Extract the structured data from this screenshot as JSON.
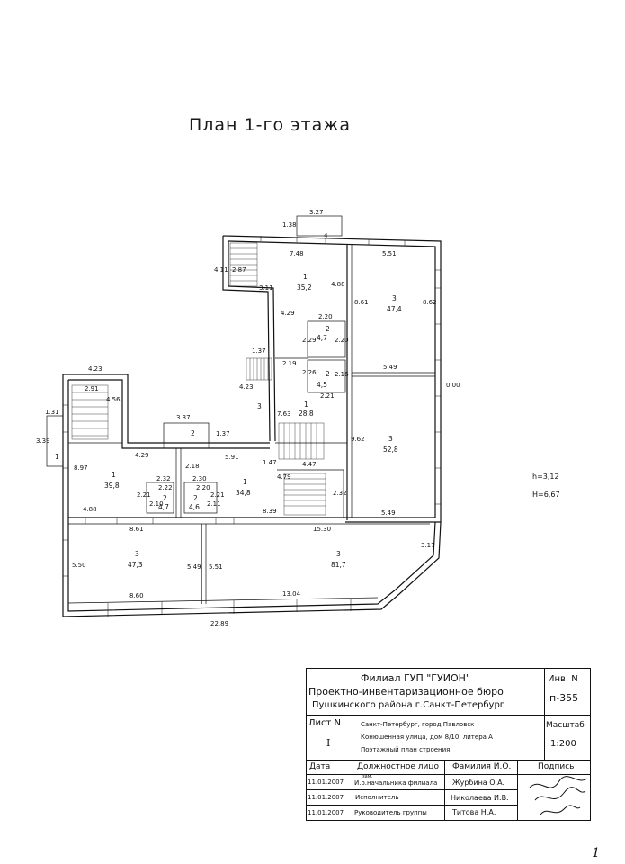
{
  "title": "План 1-го этажа",
  "heights": {
    "h": "h=3,12",
    "H": "H=6,67"
  },
  "dimensions": {
    "top_b1": "1.38",
    "top_b2": "3.27",
    "top_b3": "4",
    "top_b4": "7.48",
    "top_b5": "5.51",
    "r1_left": "4.11",
    "r1_stairw": "2.87",
    "r1_stairh": "3.11",
    "r1_right": "4.88",
    "r3a_left": "8.61",
    "r3a_right": "8.62",
    "r3a_bottom": "5.49",
    "corr_left": "4.29",
    "corr_e1": "1.37",
    "corr_e2": "4.23",
    "wc_top": "2.20",
    "wc_left": "2.29",
    "wc_right": "2.20",
    "wc2_top": "2.19",
    "wc2_left": "2.26",
    "wc2_right": "2.16",
    "wc2_bot": "2.21",
    "r2_stair": "7.63",
    "r3b_right": "0.00",
    "r3b_left": "9.62",
    "l_top": "4.23",
    "l_stair": "2.91",
    "l_stairh": "4.56",
    "l_ext1": "1.31",
    "l_ext2": "3.39",
    "l_mid": "3.37",
    "l_mid2": "1.37",
    "l_h1": "4.29",
    "l_h2": "5.91",
    "l_h3": "1.47",
    "l_left": "8.97",
    "l_inner1": "2.18",
    "l_inner2": "2.32",
    "l_inner3": "2.22",
    "l_inner4": "2.21",
    "l_inner5": "2.10",
    "l_inner6": "2.30",
    "l_inner7": "2.20",
    "l_inner8": "2.11",
    "l_inner9": "2.21",
    "st_a": "4.79",
    "st_b": "4.47",
    "st_c": "2.32",
    "b_h1": "4.88",
    "b_h2": "8.61",
    "b_h3": "8.39",
    "b_h4": "15.30",
    "b_h5": "5.49",
    "b_v1": "5.50",
    "b_v2": "5.49",
    "b_v3": "5.51",
    "b_v4": "3.17",
    "b_bot1": "8.60",
    "b_bot2": "13.04",
    "b_total": "22.89"
  },
  "rooms": [
    {
      "num": "1",
      "area": "35,2"
    },
    {
      "num": "3",
      "area": "47,4"
    },
    {
      "num": "2",
      "area": "4,7"
    },
    {
      "num": "2",
      "area": "4,5"
    },
    {
      "num": "1",
      "area": "28,8"
    },
    {
      "num": "3",
      "area": "52,8"
    },
    {
      "num": "1",
      "area": "39,8"
    },
    {
      "num": "1",
      "area": "34,8"
    },
    {
      "num": "2",
      "area": "4,7"
    },
    {
      "num": "2",
      "area": "4,6"
    },
    {
      "num": "3",
      "area": "47,3"
    },
    {
      "num": "3",
      "area": "81,7"
    },
    {
      "num": "2",
      "area": ""
    },
    {
      "num": "3",
      "area": ""
    },
    {
      "num": "1",
      "area": ""
    }
  ],
  "stamp": {
    "org1": "Филиал ГУП \"ГУИОН\"",
    "org2": "Проектно-инвентаризационное бюро",
    "org3": "Пушкинского района г.Санкт-Петербург",
    "inv_label": "Инв. N",
    "inv_value": "п-355",
    "sheet_label": "Лист N",
    "sheet_value": "I",
    "addr1": "Санкт-Петербург, город Павловск",
    "addr2": "Конюшенная улица, дом 8/10, литера А",
    "addr3": "Поэтажный план строения",
    "scale_label": "Масштаб",
    "scale_value": "1:200",
    "col_date": "Дата",
    "col_position": "Должностное лицо",
    "col_name": "Фамилия И.О.",
    "col_sign": "Подпись",
    "rows": [
      {
        "date": "11.01.2007",
        "position": "И.о.начальника филиала",
        "note": "зам.",
        "name": "Журбина О.А."
      },
      {
        "date": "11.01.2007",
        "position": "Исполнитель",
        "note": "",
        "name": "Николаева И.В."
      },
      {
        "date": "11.01.2007",
        "position": "Руководитель группы",
        "note": "",
        "name": "Титова Н.А."
      }
    ]
  },
  "page_number": "1"
}
